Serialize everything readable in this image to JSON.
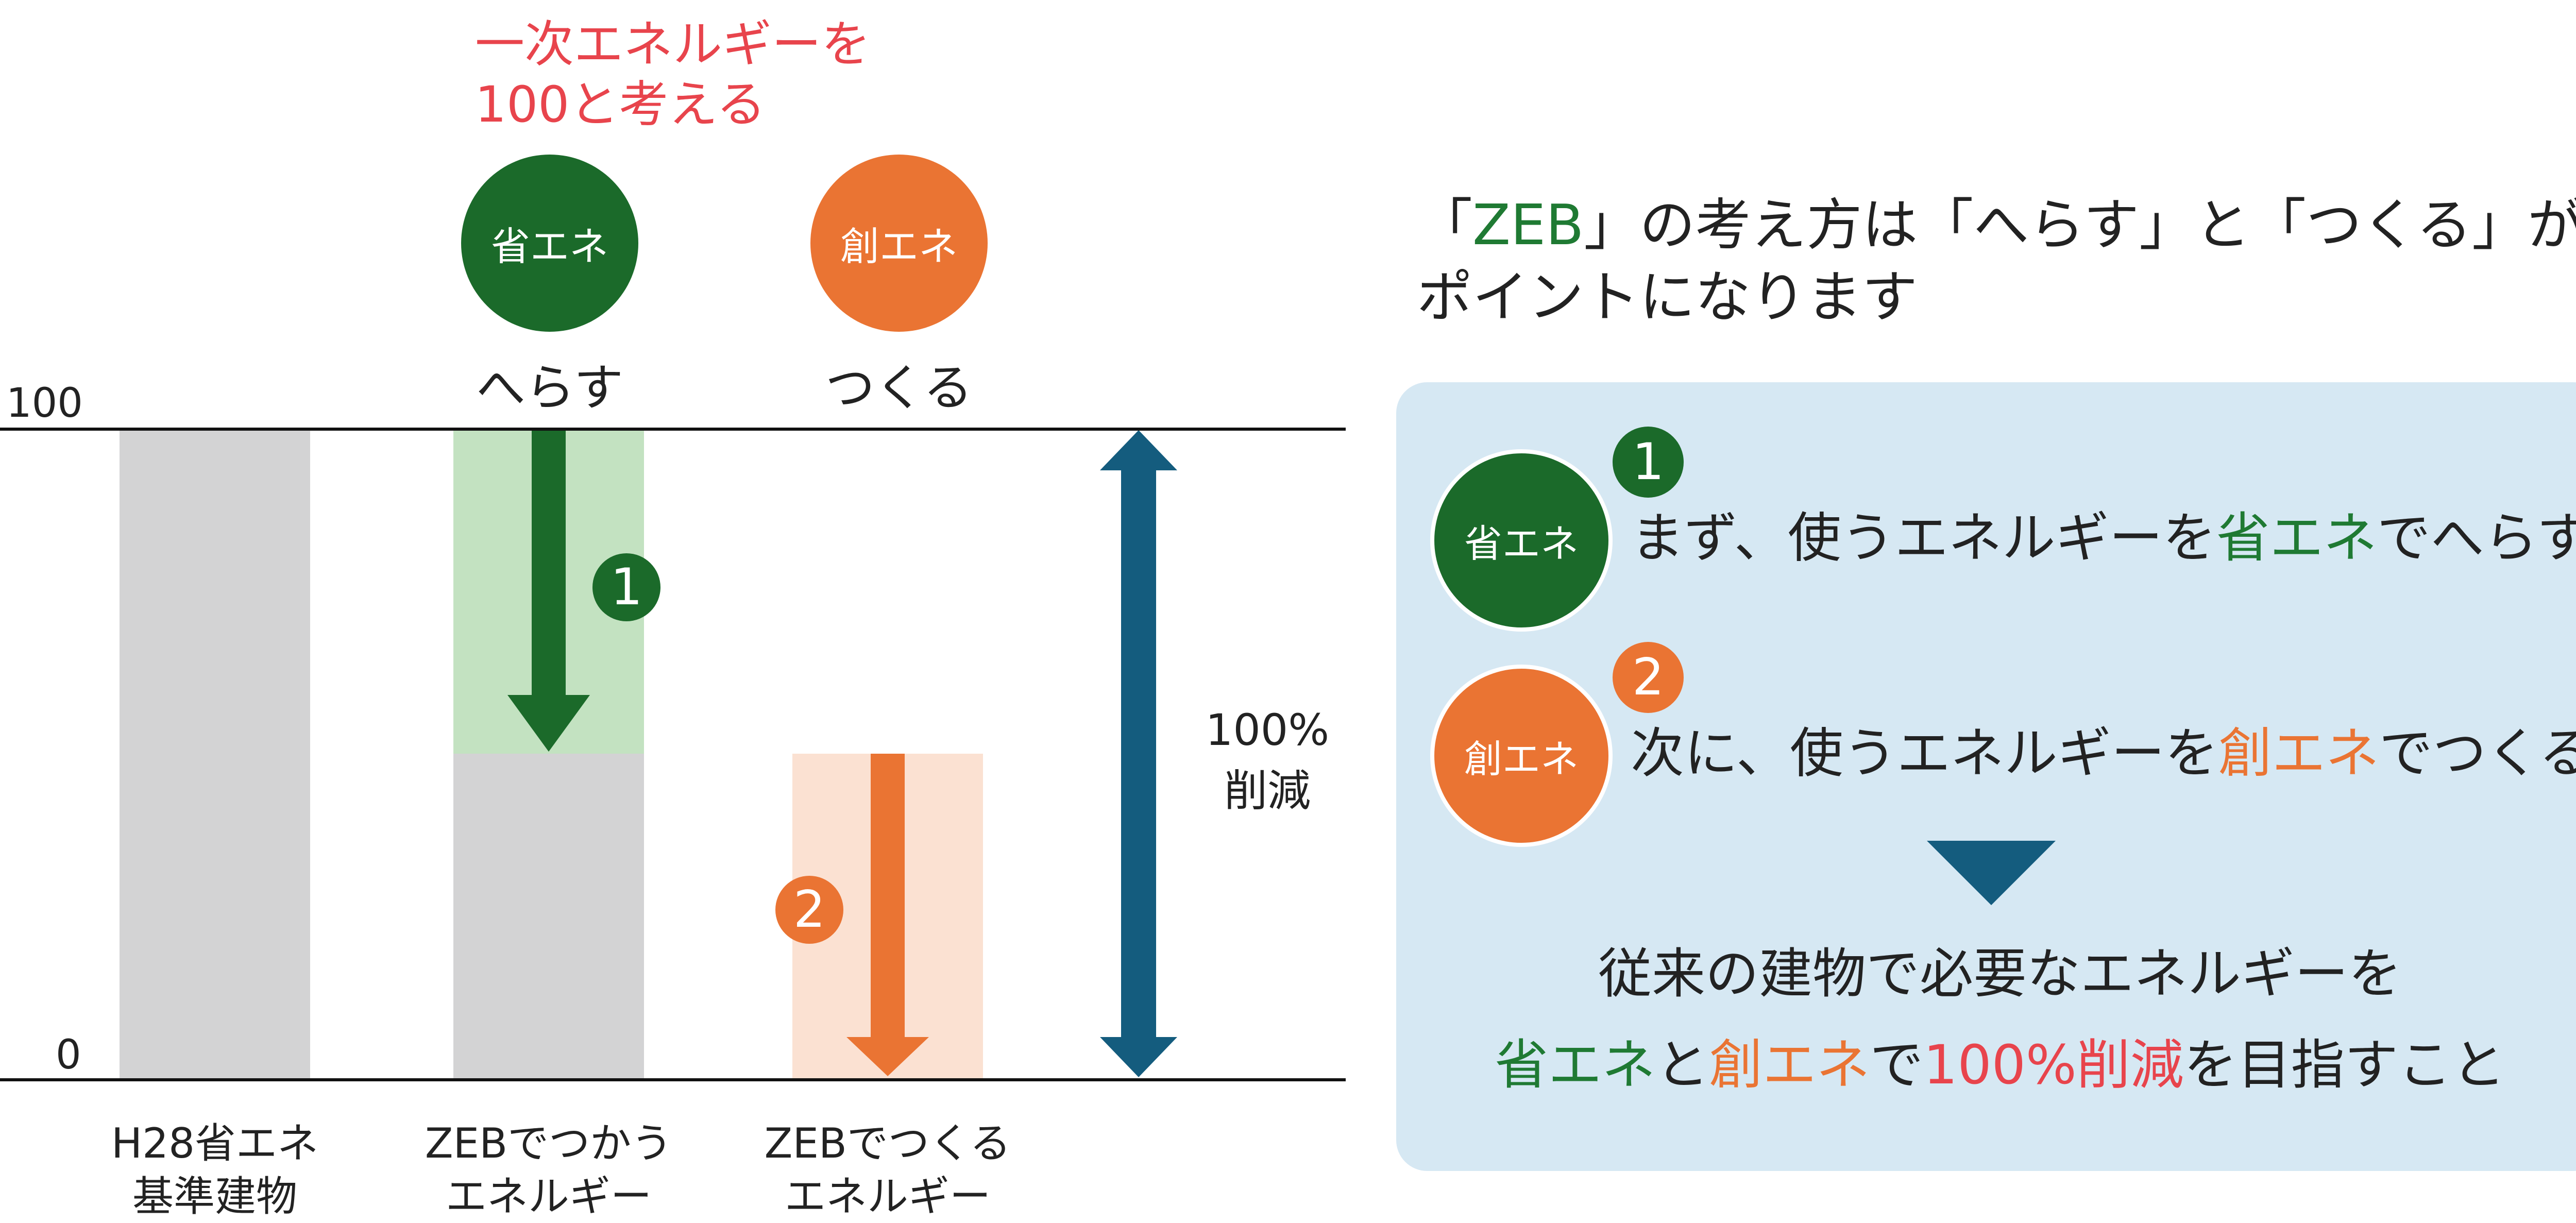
{
  "header_note": [
    "一次エネルギーを",
    "100と考える"
  ],
  "left_circles": [
    {
      "label": "省エネ",
      "caption": "へらす",
      "color": "#1b6a2a"
    },
    {
      "label": "創エネ",
      "caption": "つくる",
      "color": "#ea7433"
    }
  ],
  "axis": {
    "top_label": "100",
    "bottom_label": "0"
  },
  "bars": [
    {
      "label_lines": [
        "H28省エネ",
        "基準建物"
      ],
      "value": 100
    },
    {
      "label_lines": [
        "ZEBでつかう",
        "エネルギー"
      ],
      "value": 100,
      "reduced_to": 50,
      "badge": "1"
    },
    {
      "label_lines": [
        "ZEBでつくる",
        "エネルギー"
      ],
      "value": 50,
      "badge": "2"
    }
  ],
  "reduction_label": [
    "100%",
    "削減"
  ],
  "title": {
    "line1_prefix": "「",
    "line1_zeb": "ZEB",
    "line1_rest": "」の考え方は「へらす」と「つくる」が",
    "line2": "ポイントになります"
  },
  "panel": {
    "rows": [
      {
        "circle": "省エネ",
        "badge": "1",
        "text_before": "まず、使うエネルギーを",
        "highlight": "省エネ",
        "text_after": "でへらす"
      },
      {
        "circle": "創エネ",
        "badge": "2",
        "text_before": "次に、使うエネルギーを",
        "highlight": "創エネ",
        "text_after": "でつくる"
      }
    ],
    "final_line1": "従来の建物で必要なエネルギーを",
    "final_line2": {
      "a": "省エネ",
      "b": "と",
      "c": "創エネ",
      "d": "で",
      "e": "100%削減",
      "f": "を目指すこと"
    }
  },
  "colors": {
    "green": "#1b6a2a",
    "light_green": "#c3e2c1",
    "orange": "#ea7433",
    "light_orange": "#fbe1d2",
    "gray": "#d3d3d4",
    "blue": "#145c7e",
    "red": "#e8444c",
    "panel_bg": "#d6e8f3"
  }
}
